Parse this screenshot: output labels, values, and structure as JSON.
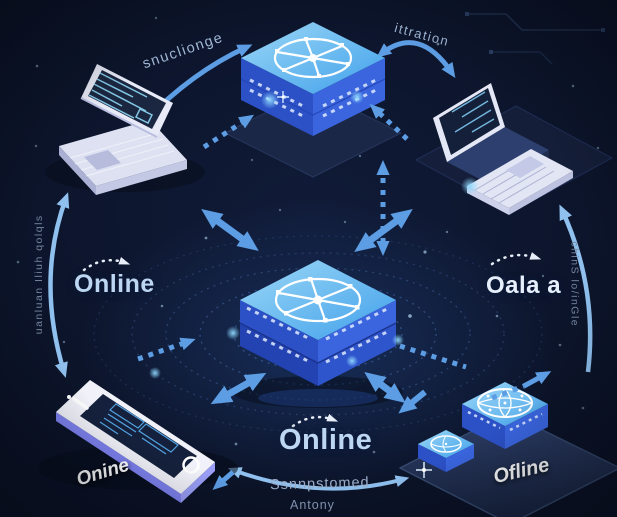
{
  "scene": {
    "title": "device-sync-network-illustration",
    "background_color": "#0a1124",
    "accent_color": "#5d9de4"
  },
  "labels": {
    "arc_top_left": "snuclionge",
    "arc_top_right": "ittration",
    "status_left": "Online",
    "status_right": "Oala a",
    "status_center": "Online",
    "status_phone": "Onine",
    "status_servers": "Ofline",
    "arc_bottom_primary": "Ssnnpstomed",
    "arc_bottom_secondary": "Antony",
    "edge_left_vertical": "uanluan Iliuh qolqls",
    "edge_right_vertical": "chinS lo/inGle"
  },
  "nodes": [
    {
      "id": "laptop-top-left",
      "type": "laptop",
      "icon": "code-screen-icon"
    },
    {
      "id": "hub-server-top",
      "type": "hub-box",
      "icon": "network-hub-icon"
    },
    {
      "id": "workstation-top-right",
      "type": "laptop-with-keyboard",
      "icon": "code-screen-icon"
    },
    {
      "id": "hub-server-center",
      "type": "hub-box",
      "icon": "network-hub-icon"
    },
    {
      "id": "smartphone-bottom-left",
      "type": "smartphone",
      "icon": "app-wireframe-icon"
    },
    {
      "id": "server-boxes-bottom-right",
      "type": "server-boxes",
      "icon": "globe-network-icon"
    }
  ],
  "colors": {
    "box_top": "#8ed2f5",
    "box_side_left": "#2c51c6",
    "box_side_right": "#3a65de",
    "arrow": "#5d9de4",
    "arc": "#8fc0ee",
    "text_light": "#c6dbf4",
    "text_muted": "#93a5c4"
  }
}
